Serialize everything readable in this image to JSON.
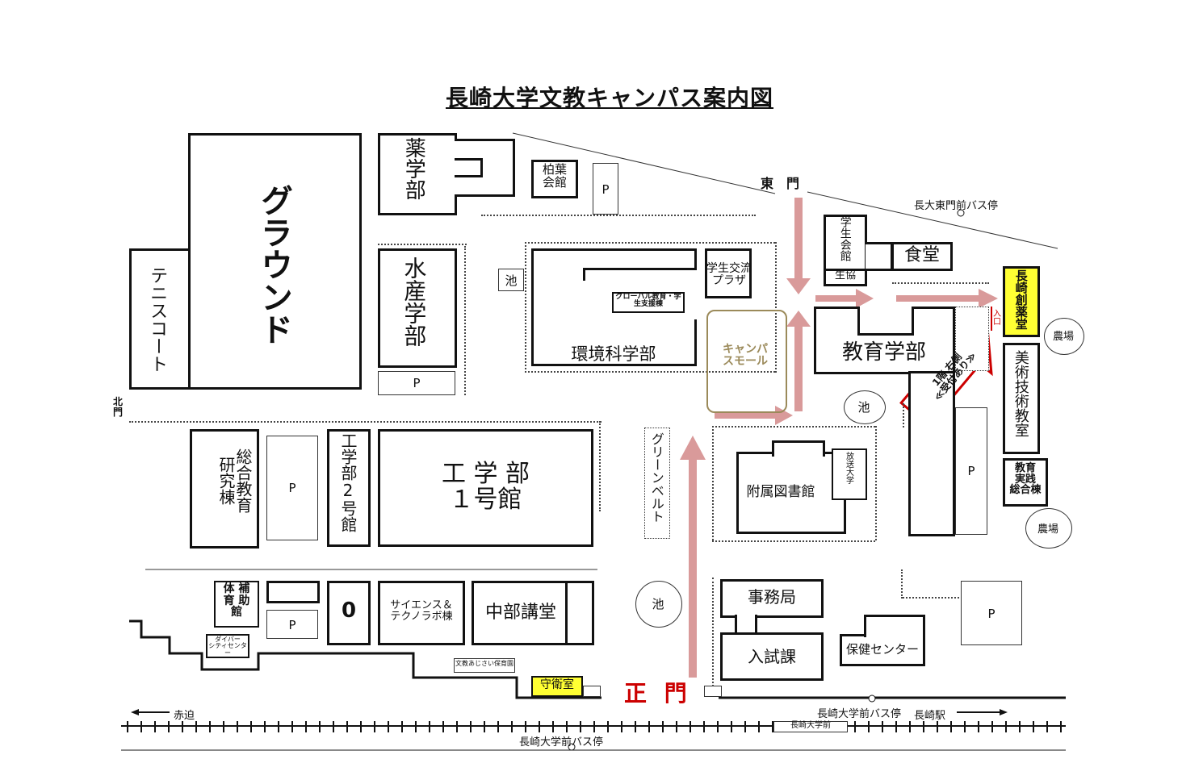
{
  "title": "長崎大学文教キャンパス案内図",
  "gates": {
    "east": "東　門",
    "north": "北門",
    "main": "正 門"
  },
  "buildings": {
    "ground": "グラウンド",
    "tennis": "テニスコート",
    "pharma": "薬学部",
    "hakuyo": "柏葉会館",
    "fisheries": "水産学部",
    "env": "環境科学部",
    "global": "グローバル教育・学生支援棟",
    "plaza": "学生交流プラザ",
    "mall": "キャンパスモール",
    "union": "学生会館",
    "coop": "生協",
    "cafeteria": "食堂",
    "education": "教育学部",
    "souyaku": "長崎創薬堂",
    "art": "美術技術教室",
    "practice": "教育実践総合棟",
    "sogo": "総合教育研究棟",
    "eng2": "工学部2号館",
    "eng1": "工学部\n1号館",
    "library": "附属図書館",
    "hoso": "放送大学",
    "greenbelt": "グリーンベルト",
    "gym": "補助体育館",
    "diver": "ダイバーシティセンター",
    "science": "サイエンス&テクノラボ棟",
    "chubu": "中部講堂",
    "jimu": "事務局",
    "nyushi": "入試課",
    "hoken": "保健センター",
    "guard": "守衛室",
    "nursery": "文教あじさい保育園",
    "restroom": "0"
  },
  "labels": {
    "parking": "P",
    "pond": "池",
    "farm": "農場",
    "entrance": "入口",
    "reception": "1階 右側\n≪受付あり≫",
    "busstop_east": "長大東門前バス停",
    "busstop_front": "長崎大学前バス停",
    "busstop_front2": "長崎大学前バス停",
    "akasako": "赤迫",
    "nagasaki_st": "長崎駅",
    "tram_stop": "長崎大学前"
  },
  "colors": {
    "arrow": "#d99a9a",
    "highlight": "#ffff33",
    "red": "#cc0000",
    "mall": "#9b8a5a"
  }
}
